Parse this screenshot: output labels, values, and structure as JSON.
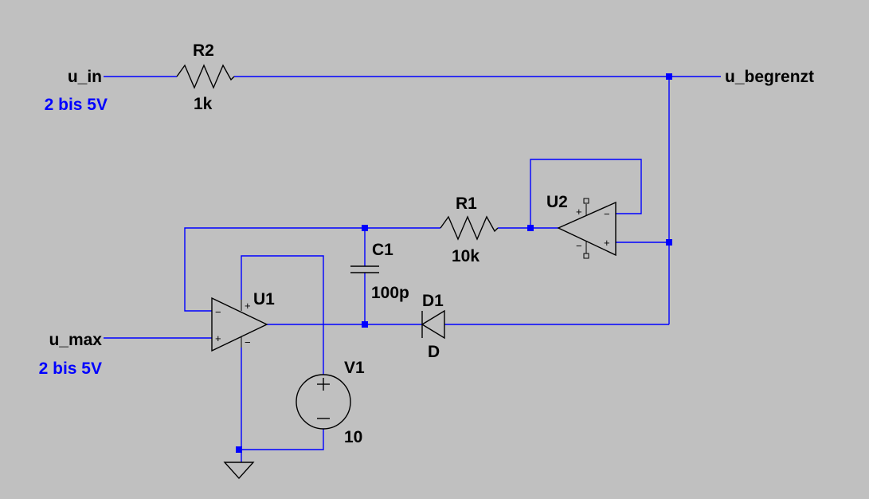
{
  "ports": {
    "u_in": "u_in",
    "u_max": "u_max",
    "u_begrenzt": "u_begrenzt"
  },
  "directives": {
    "u_in_range": "2 bis 5V",
    "u_max_range": "2 bis 5V"
  },
  "components": {
    "R2": {
      "ref": "R2",
      "value": "1k"
    },
    "R1": {
      "ref": "R1",
      "value": "10k"
    },
    "C1": {
      "ref": "C1",
      "value": "100p"
    },
    "D1": {
      "ref": "D1",
      "value": "D"
    },
    "U1": {
      "ref": "U1"
    },
    "U2": {
      "ref": "U2"
    },
    "V1": {
      "ref": "V1",
      "value": "10"
    }
  },
  "pin_signs": {
    "plus": "+",
    "minus": "−"
  },
  "colors": {
    "background": "#c0c0c0",
    "wire": "#0000ff",
    "component": "#000000",
    "spice_text": "#0000ff"
  }
}
